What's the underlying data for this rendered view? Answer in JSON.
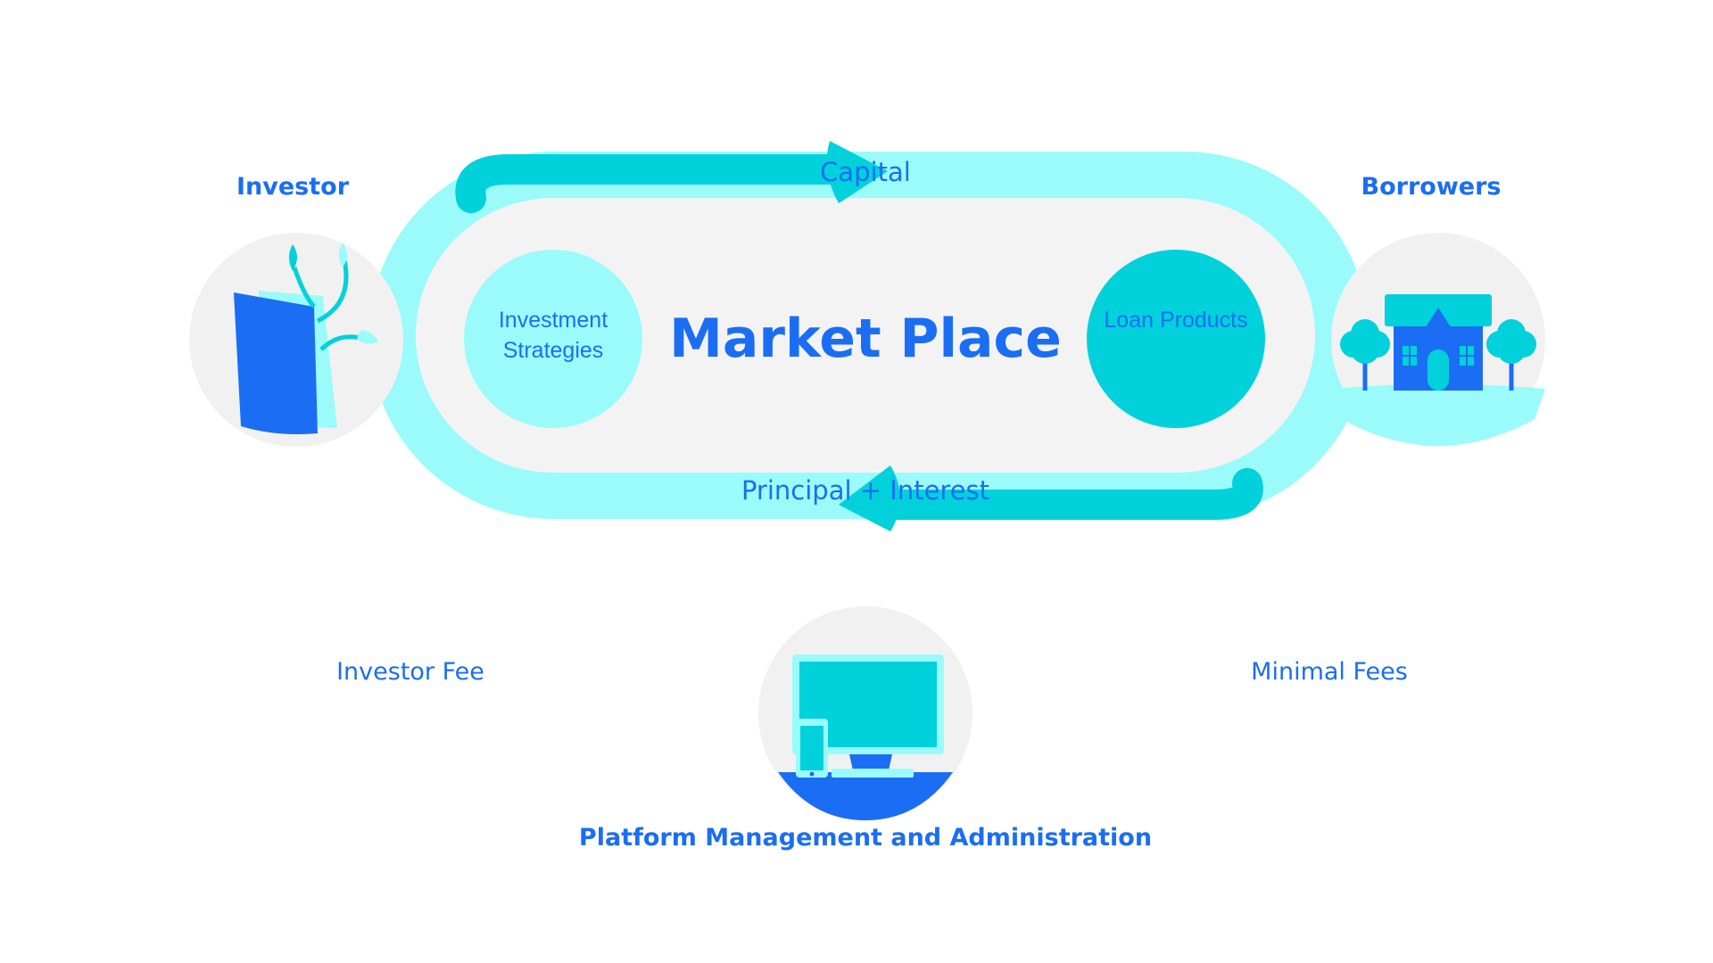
{
  "title": "Market Place",
  "nodes": {
    "investor": "Investor",
    "borrowers": "Borrowers",
    "platform": "Platform Management and Administration"
  },
  "flows": {
    "capital": "Capital",
    "principal_interest": "Principal + Interest"
  },
  "inner": {
    "investment_strategies": "Investment Strategies",
    "loan_products": "Loan Products"
  },
  "fees": {
    "investor_fee": "Investor Fee",
    "minimal_fees": "Minimal Fees"
  },
  "icons": {
    "investor": "wallet-plant-icon",
    "borrowers": "house-trees-icon",
    "platform": "monitor-phone-icon"
  },
  "colors": {
    "brand_blue": "#1b6ef3",
    "light_cyan": "#9bfbfb",
    "teal": "#00d1db",
    "light_gray": "#f3f3f3"
  }
}
